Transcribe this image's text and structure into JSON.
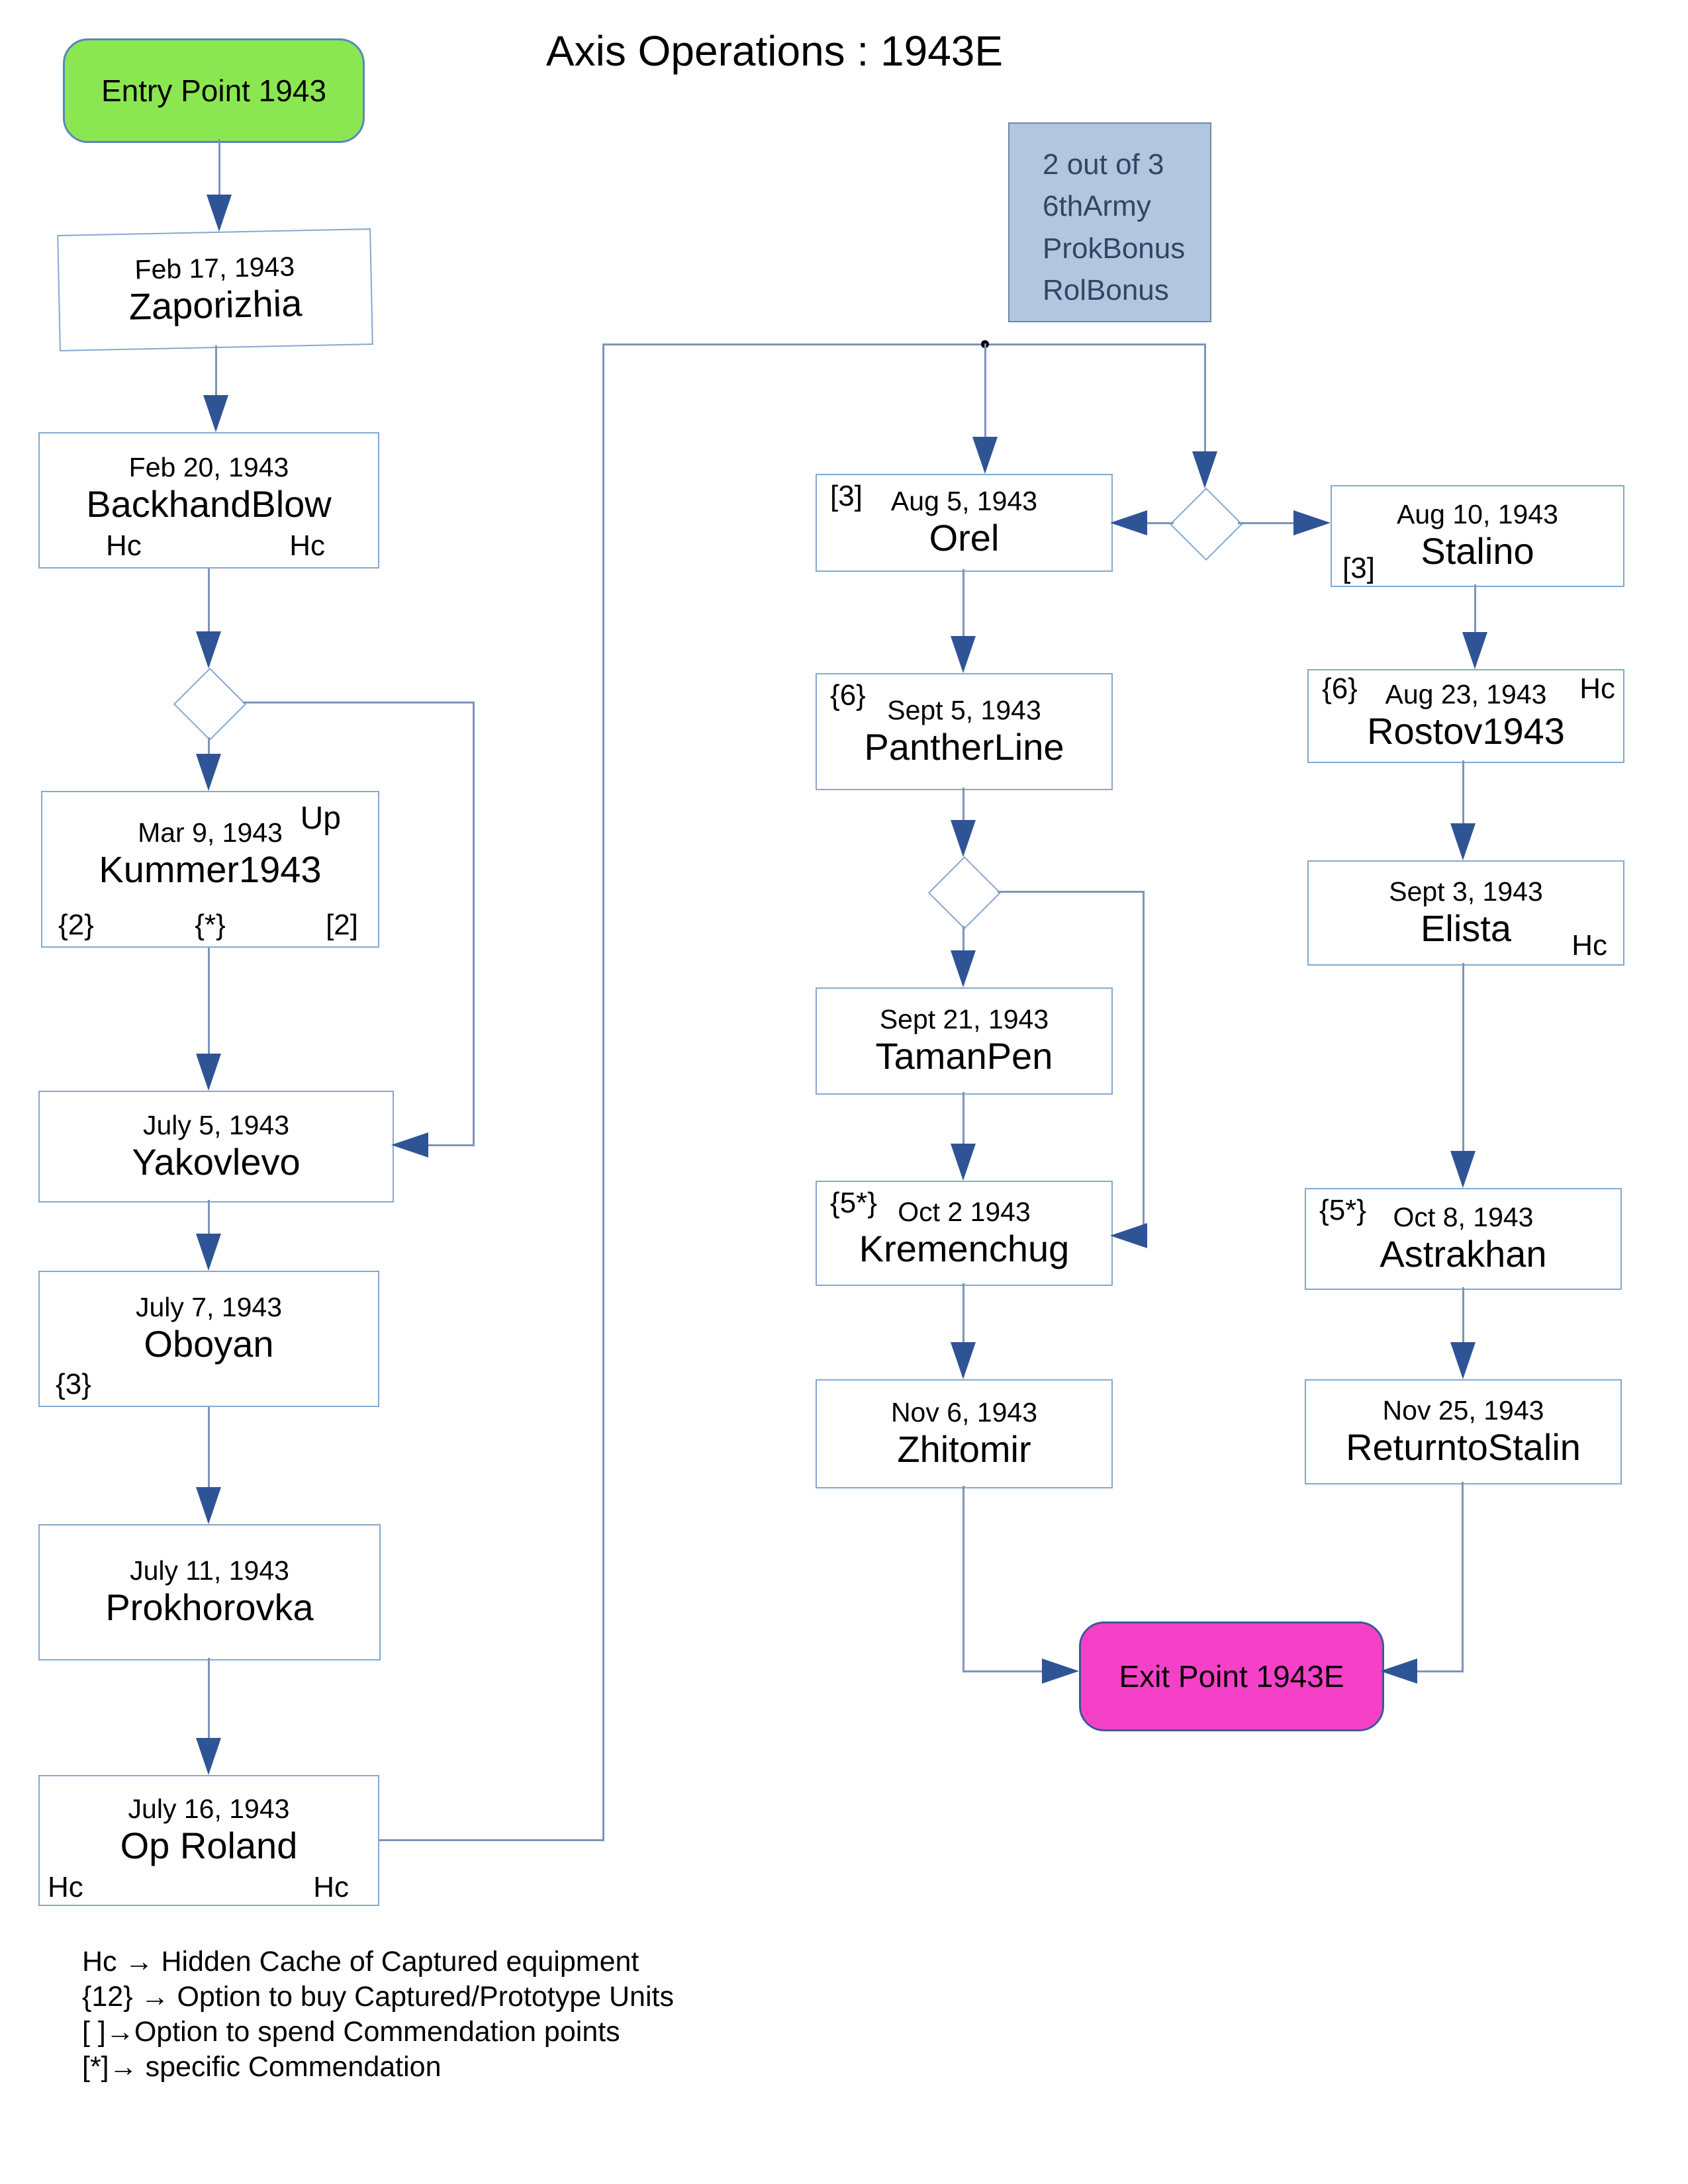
{
  "title": "Axis Operations : 1943E",
  "entry": {
    "label": "Entry Point 1943"
  },
  "exit": {
    "label": "Exit Point 1943E"
  },
  "info_box": {
    "lines": [
      "2 out of 3",
      "6thArmy",
      "ProkBonus",
      "RolBonus"
    ]
  },
  "nodes": {
    "zaporizhia": {
      "date": "Feb 17, 1943",
      "name": "Zaporizhia"
    },
    "backhandblow": {
      "date": "Feb 20, 1943",
      "name": "BackhandBlow",
      "tag_bl": "Hc",
      "tag_br": "Hc"
    },
    "kummer1943": {
      "date": "Mar 9, 1943",
      "name": "Kummer1943",
      "tag_tr": "Up",
      "tag_bl": "{2}",
      "tag_bc": "{*}",
      "tag_br": "[2]"
    },
    "yakovlevo": {
      "date": "July 5, 1943",
      "name": "Yakovlevo"
    },
    "oboyan": {
      "date": "July 7, 1943",
      "name": "Oboyan",
      "tag_bl": "{3}"
    },
    "prokhorovka": {
      "date": "July 11, 1943",
      "name": "Prokhorovka"
    },
    "oproland": {
      "date": "July 16, 1943",
      "name": "Op Roland",
      "tag_bl": "Hc",
      "tag_br": "Hc"
    },
    "orel": {
      "date": "Aug 5, 1943",
      "name": "Orel",
      "tag_tl": "[3]"
    },
    "pantherline": {
      "date": "Sept 5, 1943",
      "name": "PantherLine",
      "tag_tl": "{6}"
    },
    "tamanpen": {
      "date": "Sept 21, 1943",
      "name": "TamanPen"
    },
    "kremenchug": {
      "date": "Oct 2 1943",
      "name": "Kremenchug",
      "tag_tl": "{5*}"
    },
    "zhitomir": {
      "date": "Nov 6, 1943",
      "name": "Zhitomir"
    },
    "stalino": {
      "date": "Aug 10, 1943",
      "name": "Stalino",
      "tag_bl": "[3]"
    },
    "rostov1943": {
      "date": "Aug 23, 1943",
      "name": "Rostov1943",
      "tag_tl": "{6}",
      "tag_tr": "Hc"
    },
    "elista": {
      "date": "Sept 3, 1943",
      "name": "Elista",
      "tag_br": "Hc"
    },
    "astrakhan": {
      "date": "Oct 8, 1943",
      "name": "Astrakhan",
      "tag_tl": "{5*}"
    },
    "returntostalin": {
      "date": "Nov 25, 1943",
      "name": "ReturntoStalin"
    }
  },
  "legend": {
    "lines": [
      "Hc → Hidden Cache of Captured equipment",
      "{12} → Option to buy Captured/Prototype Units",
      "[ ]→Option to spend Commendation points",
      "[*]→  specific Commendation"
    ]
  },
  "colors": {
    "entry_green": "#8BE751",
    "exit_pink": "#F541C8",
    "info_fill": "#B2C6E0",
    "info_border": "#7287A9",
    "info_text": "#2F4664",
    "line": "#7D94BA",
    "arrowhead": "#2F5496",
    "box_border": "#84A8CF",
    "text": "#000000"
  }
}
